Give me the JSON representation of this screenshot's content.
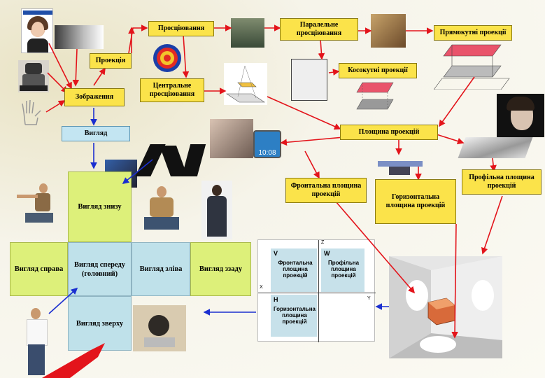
{
  "nodes": {
    "proiektsiia": "Проекція",
    "zobrazhennia": "Зображення",
    "vyhliad": "Вигляд",
    "proektsiiuvannia": "Просціювання",
    "tsentralne": "Центральне просціювання",
    "paralelne": "Паралельне просціювання",
    "pryamokutni": "Прямокутні проекції",
    "kosokutni": "Косокутні проекції",
    "ploshchyna": "Площина проекцій",
    "frontalna": "Фронтальна площина проекцій",
    "horyzontalna": "Горизонтальна площина проекцій",
    "profilna": "Профільна площина проекцій"
  },
  "views": {
    "znyzu": "Вигляд знизу",
    "sprava": "Вигляд справа",
    "speredu": "Вигляд спереду (головний)",
    "zliva": "Вигляд зліва",
    "zzadu": "Вигляд ззаду",
    "zverkhu": "Вигляд зверху"
  },
  "quadrant": {
    "v_letter": "V",
    "v_label": "Фронтальна площина проекцій",
    "w_letter": "W",
    "w_label": "Профільна площина проекцій",
    "h_letter": "H",
    "h_label": "Горизонтальна площина проекцій",
    "axis_x": "X",
    "axis_y": "Y",
    "axis_z": "Z"
  },
  "phone_time": "10:08",
  "colors": {
    "box": "#fbe34a",
    "blue_box": "#c3e5f2",
    "arrow_red": "#e3141b",
    "arrow_blue": "#1b2fd0",
    "view_green": "#ddf07a",
    "view_blue": "#bfe1ea"
  }
}
